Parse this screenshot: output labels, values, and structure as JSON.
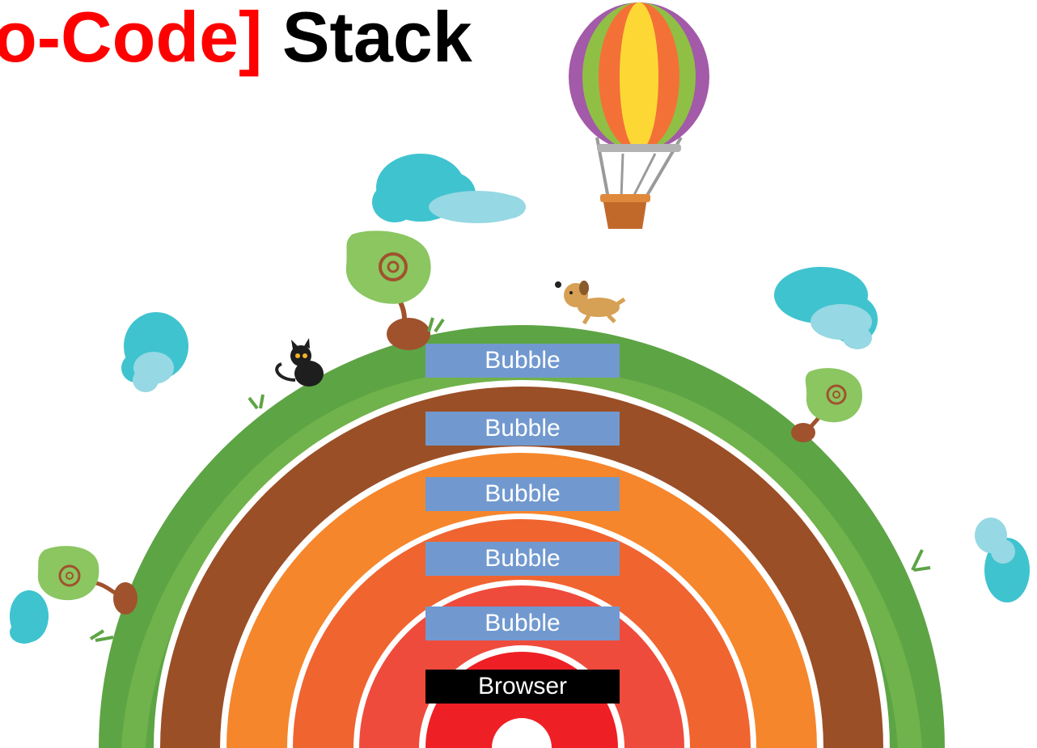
{
  "slide": {
    "title_red": "o-Code]",
    "title_black": " Stack",
    "layers": [
      {
        "label": "Bubble"
      },
      {
        "label": "Bubble"
      },
      {
        "label": "Bubble"
      },
      {
        "label": "Bubble"
      },
      {
        "label": "Bubble"
      },
      {
        "label": "Browser"
      }
    ]
  },
  "colors": {
    "title_accent": "#ff0000",
    "bubble_fill": "#7199cf",
    "browser_fill": "#000000",
    "grass": "#5da445",
    "soil": "#9a4f27",
    "orange": "#f5862c",
    "dark_orange": "#f06430",
    "red_orange": "#ef4b3c",
    "red": "#ee2026",
    "cloud": "#3fc3cf"
  },
  "illustration": {
    "icons": [
      "hot-air-balloon-icon",
      "cloud-icon",
      "tree-icon",
      "cat-icon",
      "dog-icon"
    ]
  }
}
